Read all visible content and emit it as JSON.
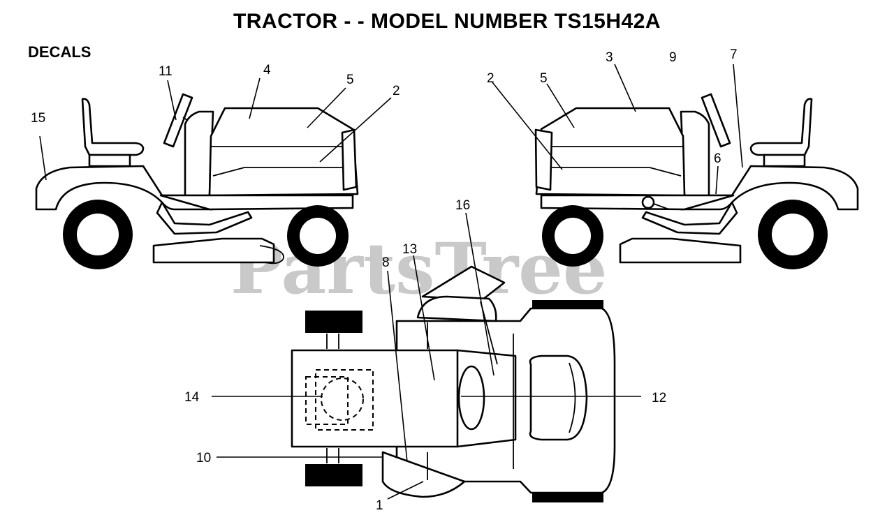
{
  "title": "TRACTOR - - MODEL NUMBER TS15H42A",
  "section_label": "DECALS",
  "watermark": "PartsTree",
  "callouts": {
    "left_view": [
      "15",
      "11",
      "4",
      "5",
      "2"
    ],
    "right_view": [
      "2",
      "5",
      "3",
      "9",
      "7",
      "6"
    ],
    "top_view": [
      "16",
      "13",
      "8",
      "14",
      "12",
      "10",
      "1"
    ]
  }
}
